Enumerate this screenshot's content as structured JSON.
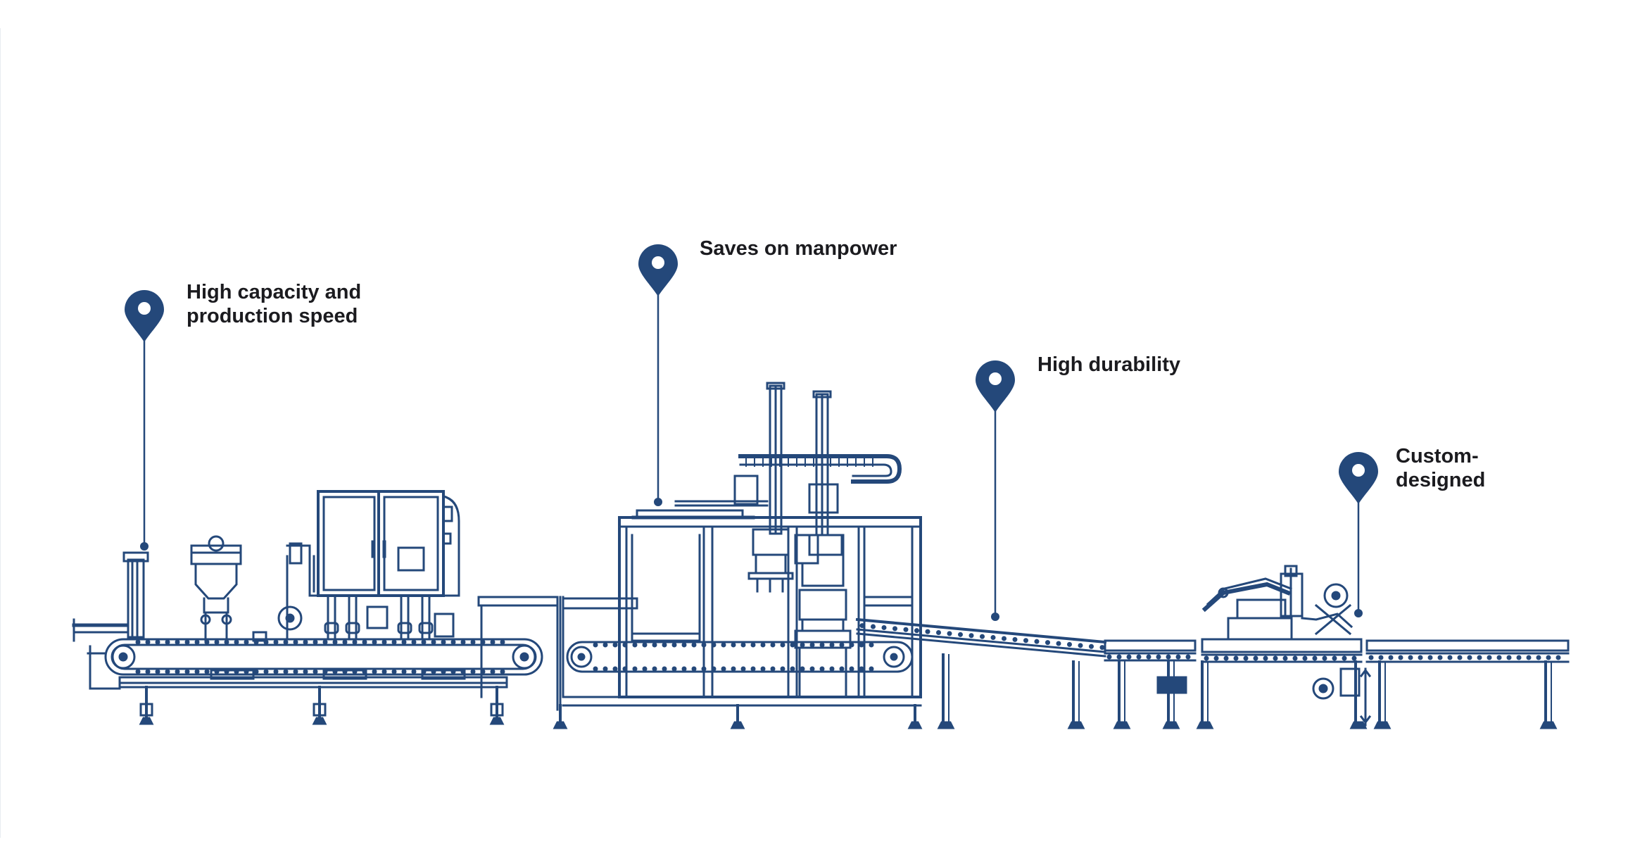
{
  "colors": {
    "line": "#24487a",
    "pin": "#24487a",
    "pin_hole": "#ffffff",
    "label_text": "#1b1b1f",
    "background": "#ffffff"
  },
  "callouts": [
    {
      "lines": [
        "High capacity and",
        "production speed"
      ],
      "icon": "map-pin-icon"
    },
    {
      "lines": [
        "Saves on manpower"
      ],
      "icon": "map-pin-icon"
    },
    {
      "lines": [
        "High durability"
      ],
      "icon": "map-pin-icon"
    },
    {
      "lines": [
        "Custom-",
        "designed"
      ],
      "icon": "map-pin-icon"
    }
  ]
}
